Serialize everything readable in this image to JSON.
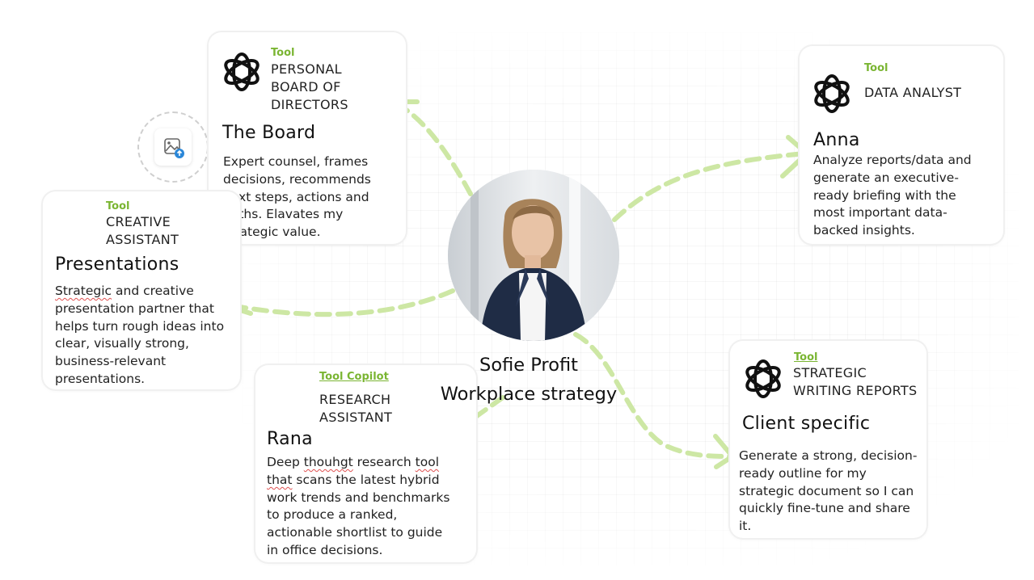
{
  "center": {
    "name": "Sofie Profit",
    "subtitle": "Workplace strategy"
  },
  "cards": {
    "board": {
      "tag": "Tool",
      "role_lines": [
        "PERSONAL",
        "BOARD OF",
        "DIRECTORS"
      ],
      "name": "The Board",
      "desc_lines": [
        "Expert counsel, frames",
        "decisions, recommends",
        "next steps, actions and",
        "paths. Elavates my",
        "strategic value."
      ]
    },
    "analyst": {
      "tag": "Tool",
      "role_lines": [
        "DATA ANALYST"
      ],
      "name": "Anna",
      "desc_lines": [
        "Analyze reports/data and",
        "generate an executive-",
        "ready briefing with the",
        "most important data-",
        "backed insights."
      ]
    },
    "creative": {
      "tag": "Tool",
      "role_lines": [
        "CREATIVE",
        "ASSISTANT"
      ],
      "name": "Presentations",
      "desc_lines": [
        "Strategic and creative",
        "presentation partner that",
        "helps turn rough ideas into",
        "clear, visually strong,",
        "business-relevant",
        "presentations."
      ]
    },
    "research": {
      "tag": "Tool Copilot",
      "role_lines": [
        "RESEARCH",
        "ASSISTANT"
      ],
      "name": "Rana",
      "desc_lines": [
        "Deep thouhgt research tool",
        "that scans the latest hybrid",
        "work trends and benchmarks",
        "to produce a ranked,",
        "actionable shortlist to guide",
        "in office decisions."
      ]
    },
    "writing": {
      "tag": "Tool",
      "role_lines": [
        "STRATEGIC",
        "WRITING REPORTS"
      ],
      "name": "Client specific",
      "desc_lines": [
        "Generate a strong, decision-",
        "ready outline for my",
        "strategic document so I can",
        "quickly fine-tune and share",
        "it."
      ]
    }
  },
  "icons": {
    "logo": "openai-logo-icon",
    "image_upload": "image-upload-icon"
  },
  "colors": {
    "arrow": "#cde7a4",
    "tag": "#7ab532"
  }
}
